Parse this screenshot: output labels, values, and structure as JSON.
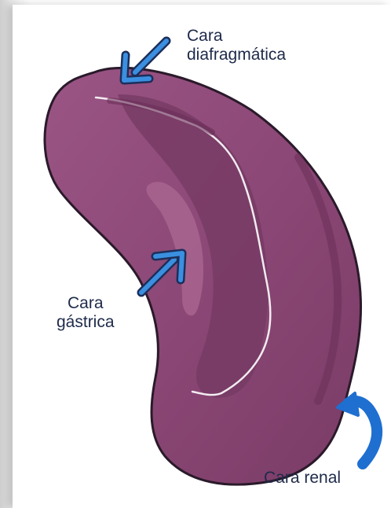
{
  "labels": {
    "diafragmatica_line1": "Cara",
    "diafragmatica_line2": "diafragmática",
    "gastrica_line1": "Cara",
    "gastrica_line2": "gástrica",
    "renal": "Cara renal"
  },
  "colors": {
    "organ_fill": "#8e4a78",
    "organ_dark": "#6d3259",
    "organ_outline": "#2a1a2a",
    "organ_highlight": "#a7648f",
    "arrow_blue": "#3b8fe0",
    "arrow_outline": "#1c2f5a",
    "text": "#1e2a4a"
  },
  "icons": {
    "diafragmatica_arrow": "arrow-down-left-icon",
    "gastrica_arrow": "arrow-down-left-icon",
    "renal_arrow": "curved-arrow-up-icon"
  }
}
